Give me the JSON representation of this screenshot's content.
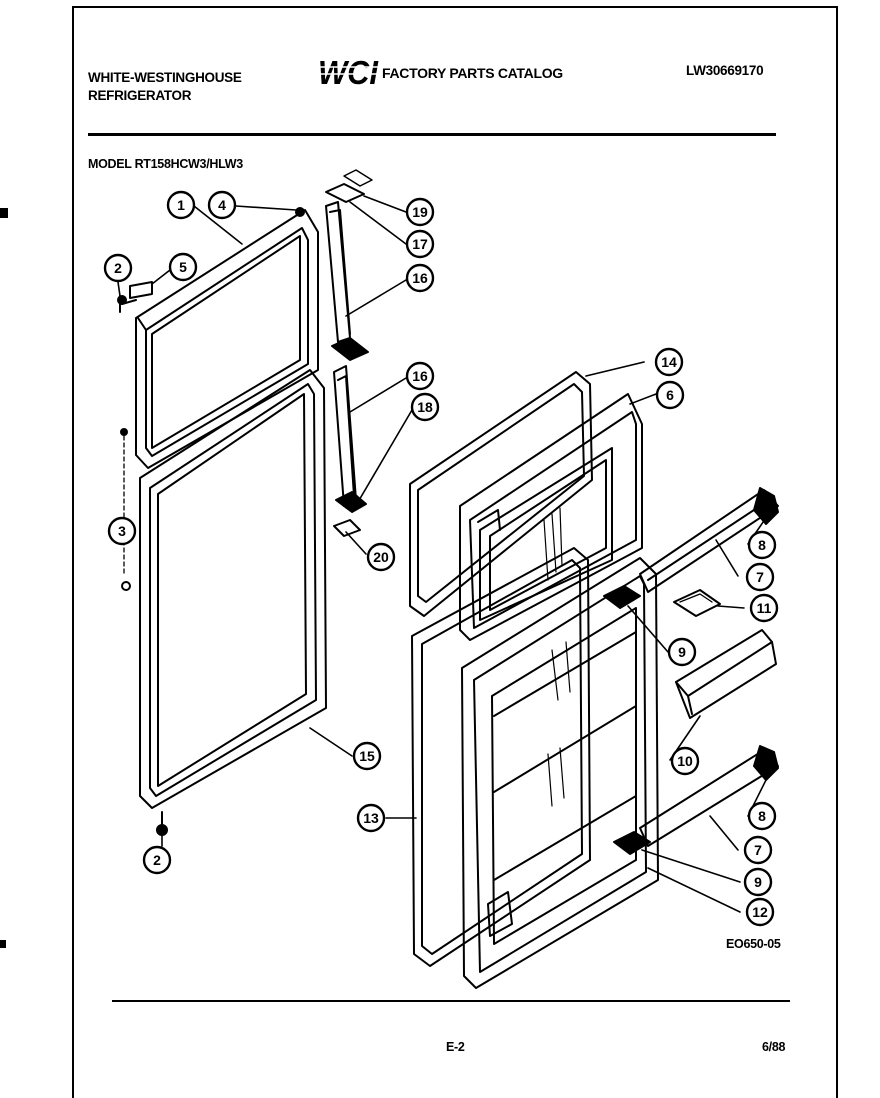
{
  "header": {
    "brand_line1": "WHITE-WESTINGHOUSE",
    "brand_line2": "REFRIGERATOR",
    "logo_text": "WCI",
    "catalog_title": "FACTORY PARTS CATALOG",
    "doc_number": "LW30669170"
  },
  "model": {
    "label": "MODEL RT158HCW3/HLW3"
  },
  "diagram": {
    "code": "EO650-05",
    "callouts": [
      "1",
      "2",
      "3",
      "4",
      "5",
      "6",
      "7",
      "8",
      "9",
      "10",
      "11",
      "12",
      "13",
      "14",
      "15",
      "16",
      "17",
      "18",
      "19",
      "20"
    ]
  },
  "footer": {
    "page_number": "E-2",
    "date": "6/88"
  },
  "colors": {
    "ink": "#000000",
    "paper": "#ffffff"
  }
}
